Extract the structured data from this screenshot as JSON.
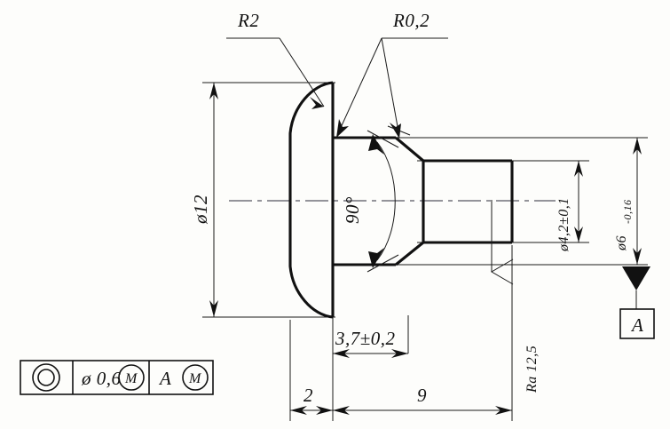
{
  "drawing": {
    "title": "Countersunk rivet / pin part — engineering drawing",
    "units": "mm",
    "line_color": "#111111"
  },
  "callouts": {
    "radius_head": "R2",
    "radius_edge": "R0,2",
    "angle_countersink": "90°",
    "diameter_head": "ø12",
    "diameter_tip": "ø4,2±0,1",
    "diameter_shank_value": "ø6",
    "diameter_shank_tol": "-0,16",
    "length_head": "3,7±0,2",
    "length_flange": "2",
    "length_shank": "9",
    "roughness": "Ra 12,5"
  },
  "datum": {
    "label": "A"
  },
  "fcf": {
    "symbol_name": "concentricity-symbol",
    "tolerance": "ø 0,6",
    "tolerance_modifier": "M",
    "datum_ref": "A",
    "datum_modifier": "M"
  }
}
